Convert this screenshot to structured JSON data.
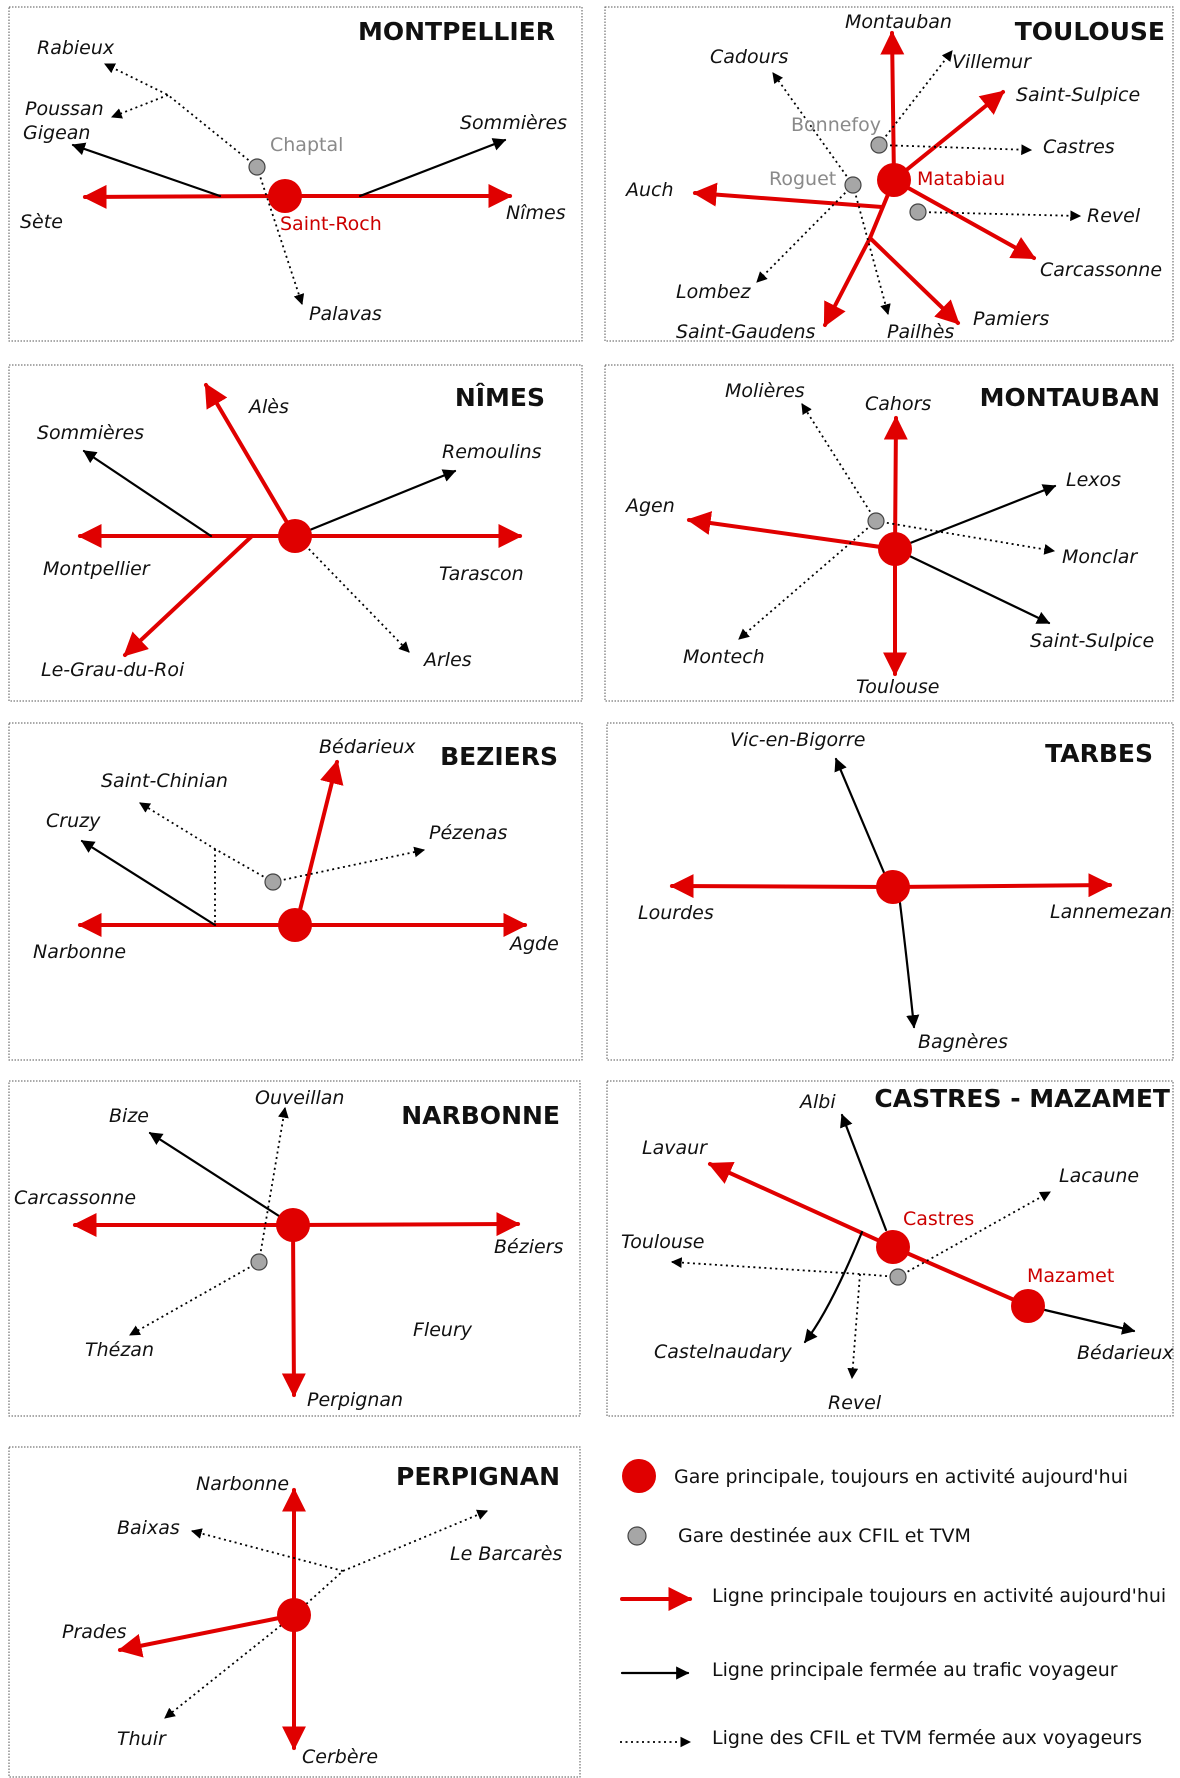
{
  "colors": {
    "main_line": "#e00000",
    "closed_line": "#000000",
    "cfil_line": "#000000",
    "main_station": "#e00000",
    "cfil_station": "#a6a6a6"
  },
  "panels": {
    "montpellier": {
      "title": "MONTPELLIER",
      "stations": {
        "saint_roch": "Saint-Roch",
        "chaptal": "Chaptal"
      },
      "places": {
        "rabieux": "Rabieux",
        "poussan": "Poussan",
        "gigean": "Gigean",
        "sete": "Sète",
        "sommieres": "Sommières",
        "nimes": "Nîmes",
        "palavas": "Palavas"
      }
    },
    "toulouse": {
      "title": "TOULOUSE",
      "stations": {
        "matabiau": "Matabiau",
        "bonnefoy": "Bonnefoy",
        "roguet": "Roguet"
      },
      "places": {
        "montauban": "Montauban",
        "villemur": "Villemur",
        "cadours": "Cadours",
        "saint_sulpice": "Saint-Sulpice",
        "castres": "Castres",
        "auch": "Auch",
        "revel": "Revel",
        "carcassonne": "Carcassonne",
        "lombez": "Lombez",
        "saint_gaudens": "Saint-Gaudens",
        "pailhes": "Pailhès",
        "pamiers": "Pamiers"
      }
    },
    "nimes": {
      "title": "NÎMES",
      "places": {
        "ales": "Alès",
        "sommieres": "Sommières",
        "remoulins": "Remoulins",
        "montpellier": "Montpellier",
        "tarascon": "Tarascon",
        "le_grau": "Le-Grau-du-Roi",
        "arles": "Arles"
      }
    },
    "montauban": {
      "title": "MONTAUBAN",
      "places": {
        "molieres": "Molières",
        "cahors": "Cahors",
        "agen": "Agen",
        "lexos": "Lexos",
        "monclar": "Monclar",
        "saint_sulpice": "Saint-Sulpice",
        "montech": "Montech",
        "toulouse": "Toulouse"
      }
    },
    "beziers": {
      "title": "BEZIERS",
      "places": {
        "bedarieux": "Bédarieux",
        "saint_chinian": "Saint-Chinian",
        "cruzy": "Cruzy",
        "pezenas": "Pézenas",
        "narbonne": "Narbonne",
        "agde": "Agde"
      }
    },
    "tarbes": {
      "title": "TARBES",
      "places": {
        "vic": "Vic-en-Bigorre",
        "lourdes": "Lourdes",
        "lannemezan": "Lannemezan",
        "bagneres": "Bagnères"
      }
    },
    "narbonne": {
      "title": "NARBONNE",
      "places": {
        "bize": "Bize",
        "ouveillan": "Ouveillan",
        "carcassonne": "Carcassonne",
        "beziers": "Béziers",
        "fleury": "Fleury",
        "thezan": "Thézan",
        "perpignan": "Perpignan"
      }
    },
    "castres": {
      "title": "CASTRES - MAZAMET",
      "stations": {
        "castres": "Castres",
        "mazamet": "Mazamet"
      },
      "places": {
        "albi": "Albi",
        "lavaur": "Lavaur",
        "lacaune": "Lacaune",
        "toulouse": "Toulouse",
        "castelnaudary": "Castelnaudary",
        "revel": "Revel",
        "bedarieux": "Bédarieux"
      }
    },
    "perpignan": {
      "title": "PERPIGNAN",
      "places": {
        "narbonne": "Narbonne",
        "baixas": "Baixas",
        "le_barcares": "Le Barcarès",
        "prades": "Prades",
        "thuir": "Thuir",
        "cerbere": "Cerbère"
      }
    }
  },
  "legend": {
    "main_station": "Gare principale, toujours en activité aujourd'hui",
    "cfil_station": "Gare destinée aux CFIL et TVM",
    "main_line": "Ligne principale toujours en activité aujourd'hui",
    "closed_line": "Ligne principale fermée au trafic voyageur",
    "cfil_line": "Ligne des CFIL et TVM fermée aux voyageurs"
  }
}
